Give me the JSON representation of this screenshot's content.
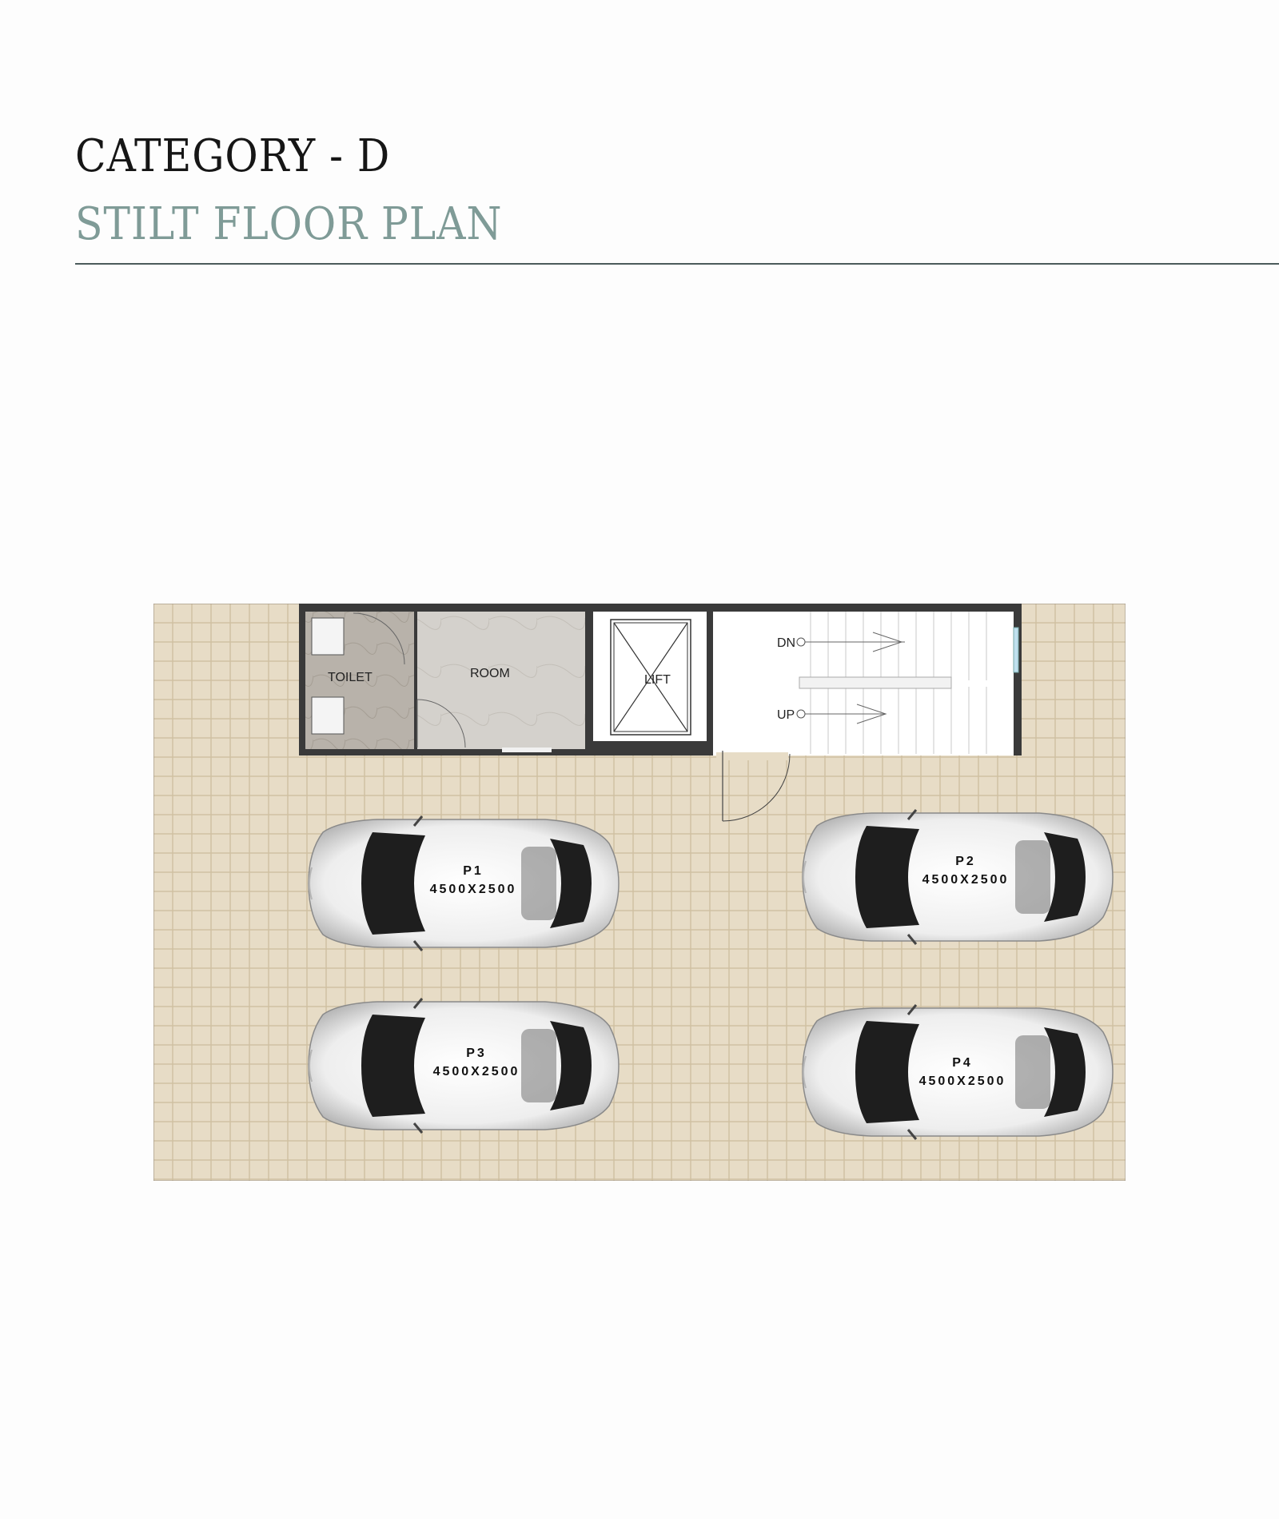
{
  "header": {
    "title": "CATEGORY - D",
    "subtitle": "STILT FLOOR PLAN"
  },
  "plan": {
    "rooms": {
      "toilet": "TOILET",
      "room": "ROOM",
      "lift": "LIFT",
      "stair_down": "DN",
      "stair_up": "UP"
    },
    "parking": [
      {
        "id": "P1",
        "size": "4500X2500"
      },
      {
        "id": "P2",
        "size": "4500X2500"
      },
      {
        "id": "P3",
        "size": "4500X2500"
      },
      {
        "id": "P4",
        "size": "4500X2500"
      }
    ]
  },
  "colors": {
    "title": "#161616",
    "subtitle": "#7f9b97",
    "rule": "#4b5b5b",
    "floor_tile": "#e7dcc6",
    "floor_grout": "#cfbfa1",
    "wall": "#3a3a3a"
  }
}
